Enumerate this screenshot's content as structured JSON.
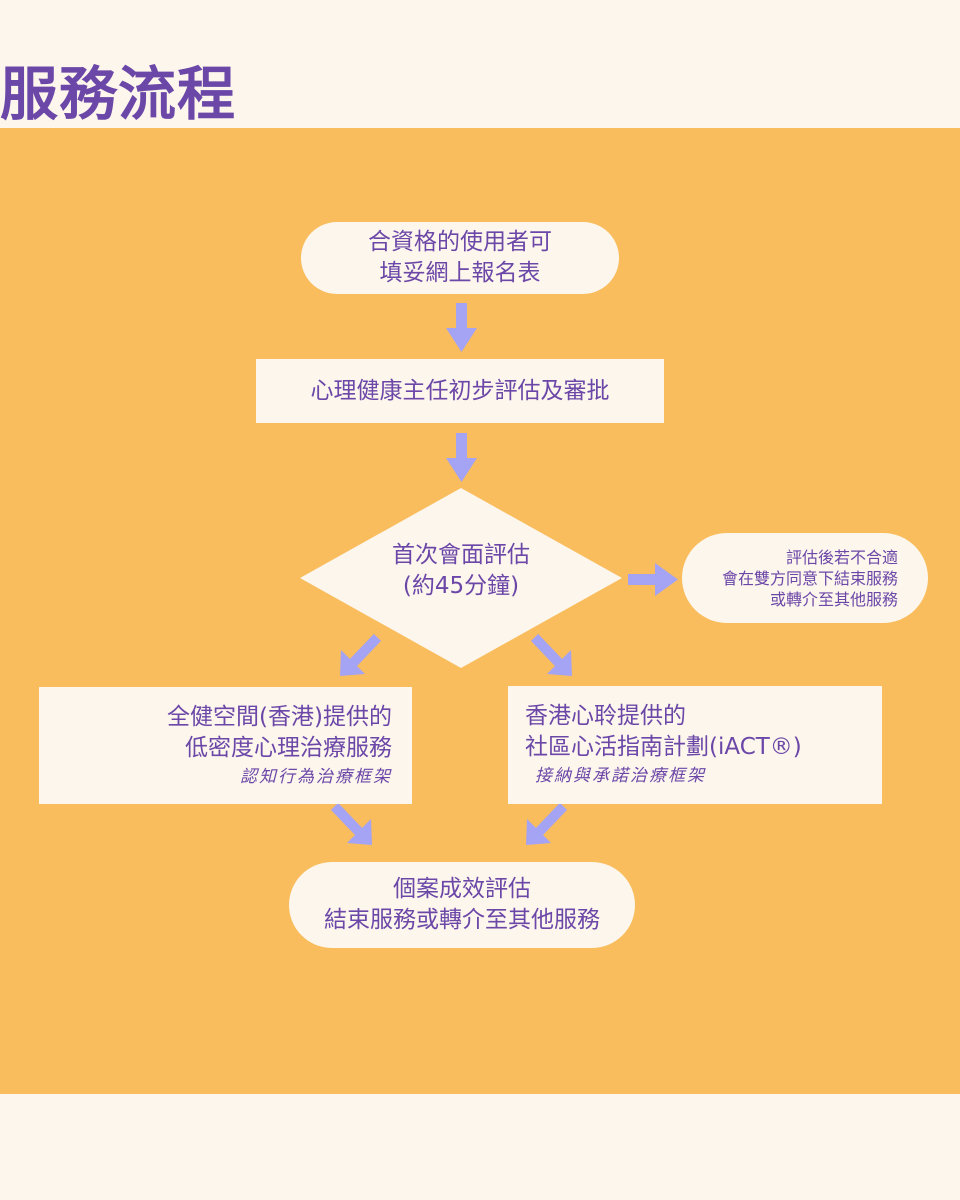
{
  "title": "服務流程",
  "nodes": {
    "start": {
      "line1": "合資格的使用者可",
      "line2": "填妥網上報名表"
    },
    "approval": {
      "text": "心理健康主任初步評估及審批"
    },
    "first_assessment": {
      "line1": "首次會面評估",
      "line2": "(約45分鐘)"
    },
    "unsuitable": {
      "line1": "評估後若不合適",
      "line2": "會在雙方同意下結束服務",
      "line3": "或轉介至其他服務"
    },
    "left_service": {
      "line1": "全健空間(香港)提供的",
      "line2": "低密度心理治療服務",
      "framework": "認知行為治療框架"
    },
    "right_service": {
      "line1": "香港心聆提供的",
      "line2": "社區心活指南計劃(iACT®)",
      "framework": "接納與承諾治療框架"
    },
    "end": {
      "line1": "個案成效評估",
      "line2": "結束服務或轉介至其他服務"
    }
  },
  "colors": {
    "panel": "#f9bd5e",
    "background": "#fdf6ec",
    "text": "#6b47a8",
    "arrow": "#a5a3f3"
  }
}
